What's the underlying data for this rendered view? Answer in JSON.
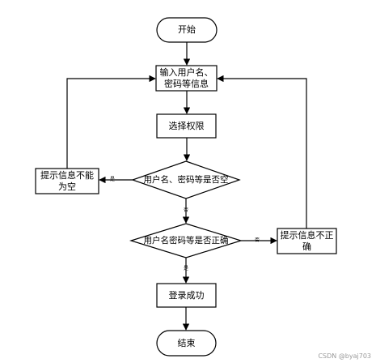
{
  "nodes": {
    "start": "开始",
    "input": "输入用户名、\n密码等信息",
    "select": "选择权限",
    "check_empty": "用户名、密码等是否空",
    "prompt_empty": "提示信息不能\n为空",
    "check_correct": "用户名密码等是否正确",
    "prompt_incorrect": "提示信息不正\n确",
    "success": "登录成功",
    "end": "结束"
  },
  "edges": {
    "empty_yes": "是",
    "empty_no": "否",
    "correct_no": "否",
    "correct_yes": "是"
  },
  "watermark": "CSDN @byaj703"
}
